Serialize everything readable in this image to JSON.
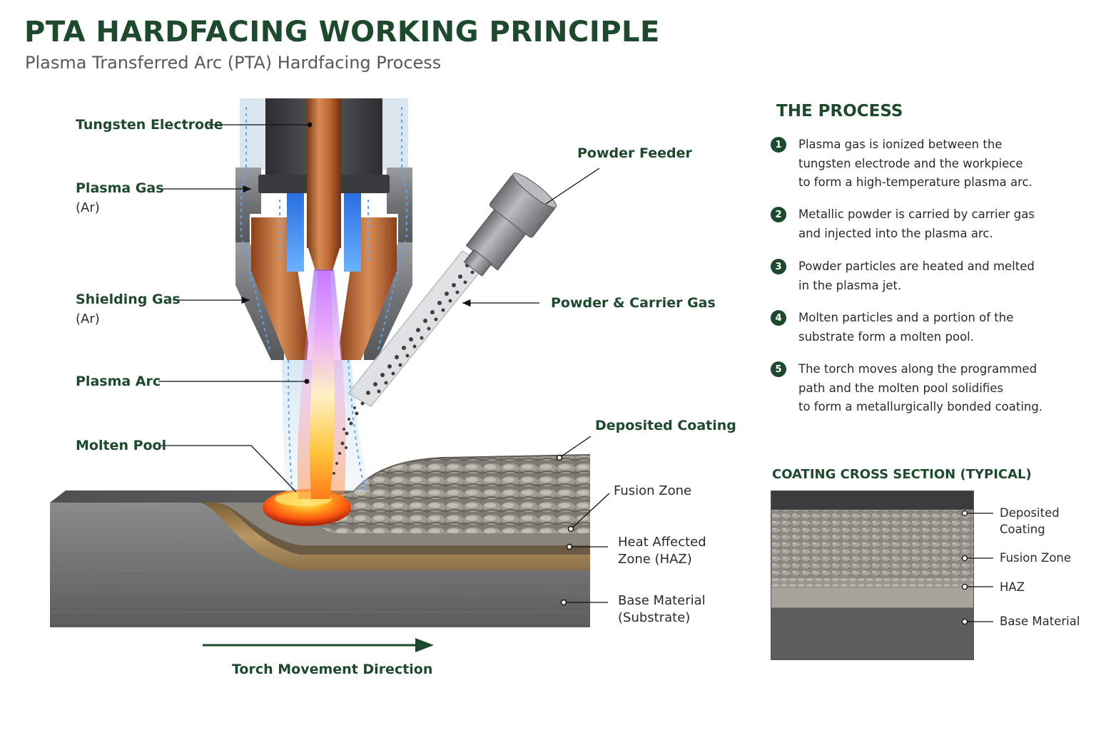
{
  "header": {
    "title": "PTA HARDFACING WORKING PRINCIPLE",
    "subtitle": "Plasma Transferred Arc (PTA) Hardfacing Process"
  },
  "labels": {
    "tungsten_electrode": "Tungsten Electrode",
    "plasma_gas": "Plasma Gas",
    "plasma_gas_sub": "(Ar)",
    "shielding_gas": "Shielding Gas",
    "shielding_gas_sub": "(Ar)",
    "plasma_arc": "Plasma Arc",
    "molten_pool": "Molten Pool",
    "powder_feeder": "Powder Feeder",
    "powder_carrier_gas": "Powder & Carrier Gas",
    "deposited_coating": "Deposited Coating",
    "fusion_zone": "Fusion Zone",
    "haz_line1": "Heat Affected",
    "haz_line2": "Zone (HAZ)",
    "base_line1": "Base Material",
    "base_line2": "(Substrate)",
    "torch_direction": "Torch Movement Direction"
  },
  "process": {
    "title": "THE PROCESS",
    "steps": [
      {
        "num": "1",
        "text": "Plasma gas is ionized between the\ntungsten electrode and the workpiece\nto form a high-temperature plasma arc."
      },
      {
        "num": "2",
        "text": "Metallic powder is carried by carrier gas\nand injected into the plasma arc."
      },
      {
        "num": "3",
        "text": "Powder particles are heated and melted\nin the plasma jet."
      },
      {
        "num": "4",
        "text": "Molten particles and a portion of the\nsubstrate form a molten pool."
      },
      {
        "num": "5",
        "text": "The torch moves along the programmed\npath and the molten pool solidifies\nto form a metallurgically bonded coating."
      }
    ]
  },
  "cross_section": {
    "title": "COATING CROSS SECTION (TYPICAL)",
    "labels": {
      "deposited_line1": "Deposited",
      "deposited_line2": "Coating",
      "fusion": "Fusion Zone",
      "haz": "HAZ",
      "base": "Base Material"
    }
  },
  "colors": {
    "accent_green": "#1d4a2c",
    "copper": "#b8612c",
    "steel": "#7b7d80"
  }
}
